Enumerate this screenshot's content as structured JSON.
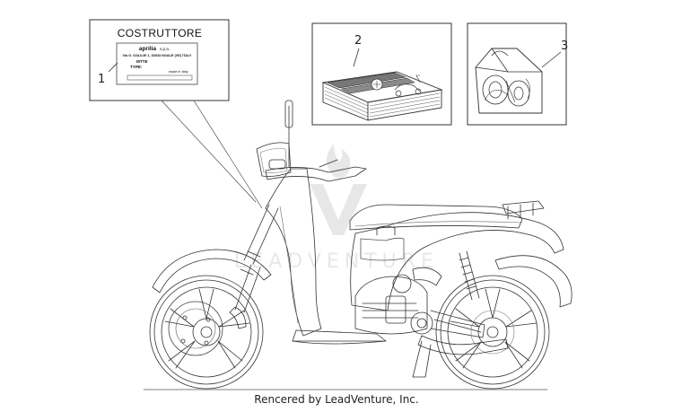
{
  "callouts": {
    "item1": "1",
    "item2": "2",
    "item3": "3"
  },
  "label_plate": {
    "title": "COSTRUTTORE",
    "brand": "aprilia",
    "brand_suffix": "s.p.a.",
    "address": "Via G. GALILEI 1, 30033 NOALE (VE) ITALY",
    "field_1": "MTTE",
    "field_2": "TYPE:",
    "made_in": "made in Italy"
  },
  "watermark": {
    "text": "LEADVENTURE"
  },
  "footer": {
    "credit": "Rencered by LeadVenture, Inc."
  }
}
